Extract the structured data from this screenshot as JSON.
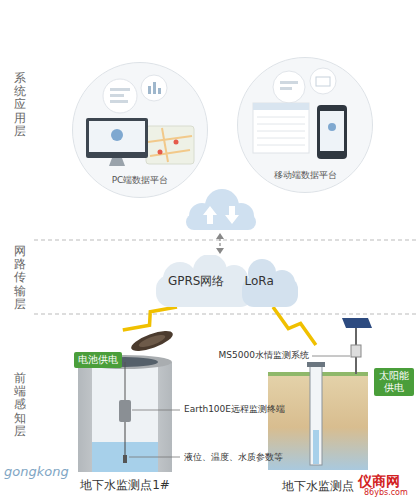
{
  "diagram": {
    "nodes": [
      {
        "text": [
          "PC端数据平台"
        ]
      },
      {
        "text": [
          "移动端数据平台"
        ]
      },
      {
        "text": [
          "GPRS网络",
          "LoRa"
        ]
      },
      {
        "text": [
          "电池供电"
        ]
      },
      {
        "text": [
          "地下水监测点1#"
        ]
      },
      {
        "text": [
          "太阳能供电"
        ]
      },
      {
        "text": [
          "地下水监测点"
        ]
      }
    ],
    "edges": [
      {
        "from": 2,
        "to": 4,
        "arrow": "none"
      },
      {
        "from": 2,
        "to": 6,
        "arrow": "none"
      }
    ],
    "labels": [
      "系统应用层",
      "网路传输层",
      "前端感知层",
      "Earth100E远程监测终端",
      "液位、温度、水质参数等",
      "MS5000水情监测系统",
      "gongkong",
      "仪商网",
      "86ybs.com"
    ]
  }
}
